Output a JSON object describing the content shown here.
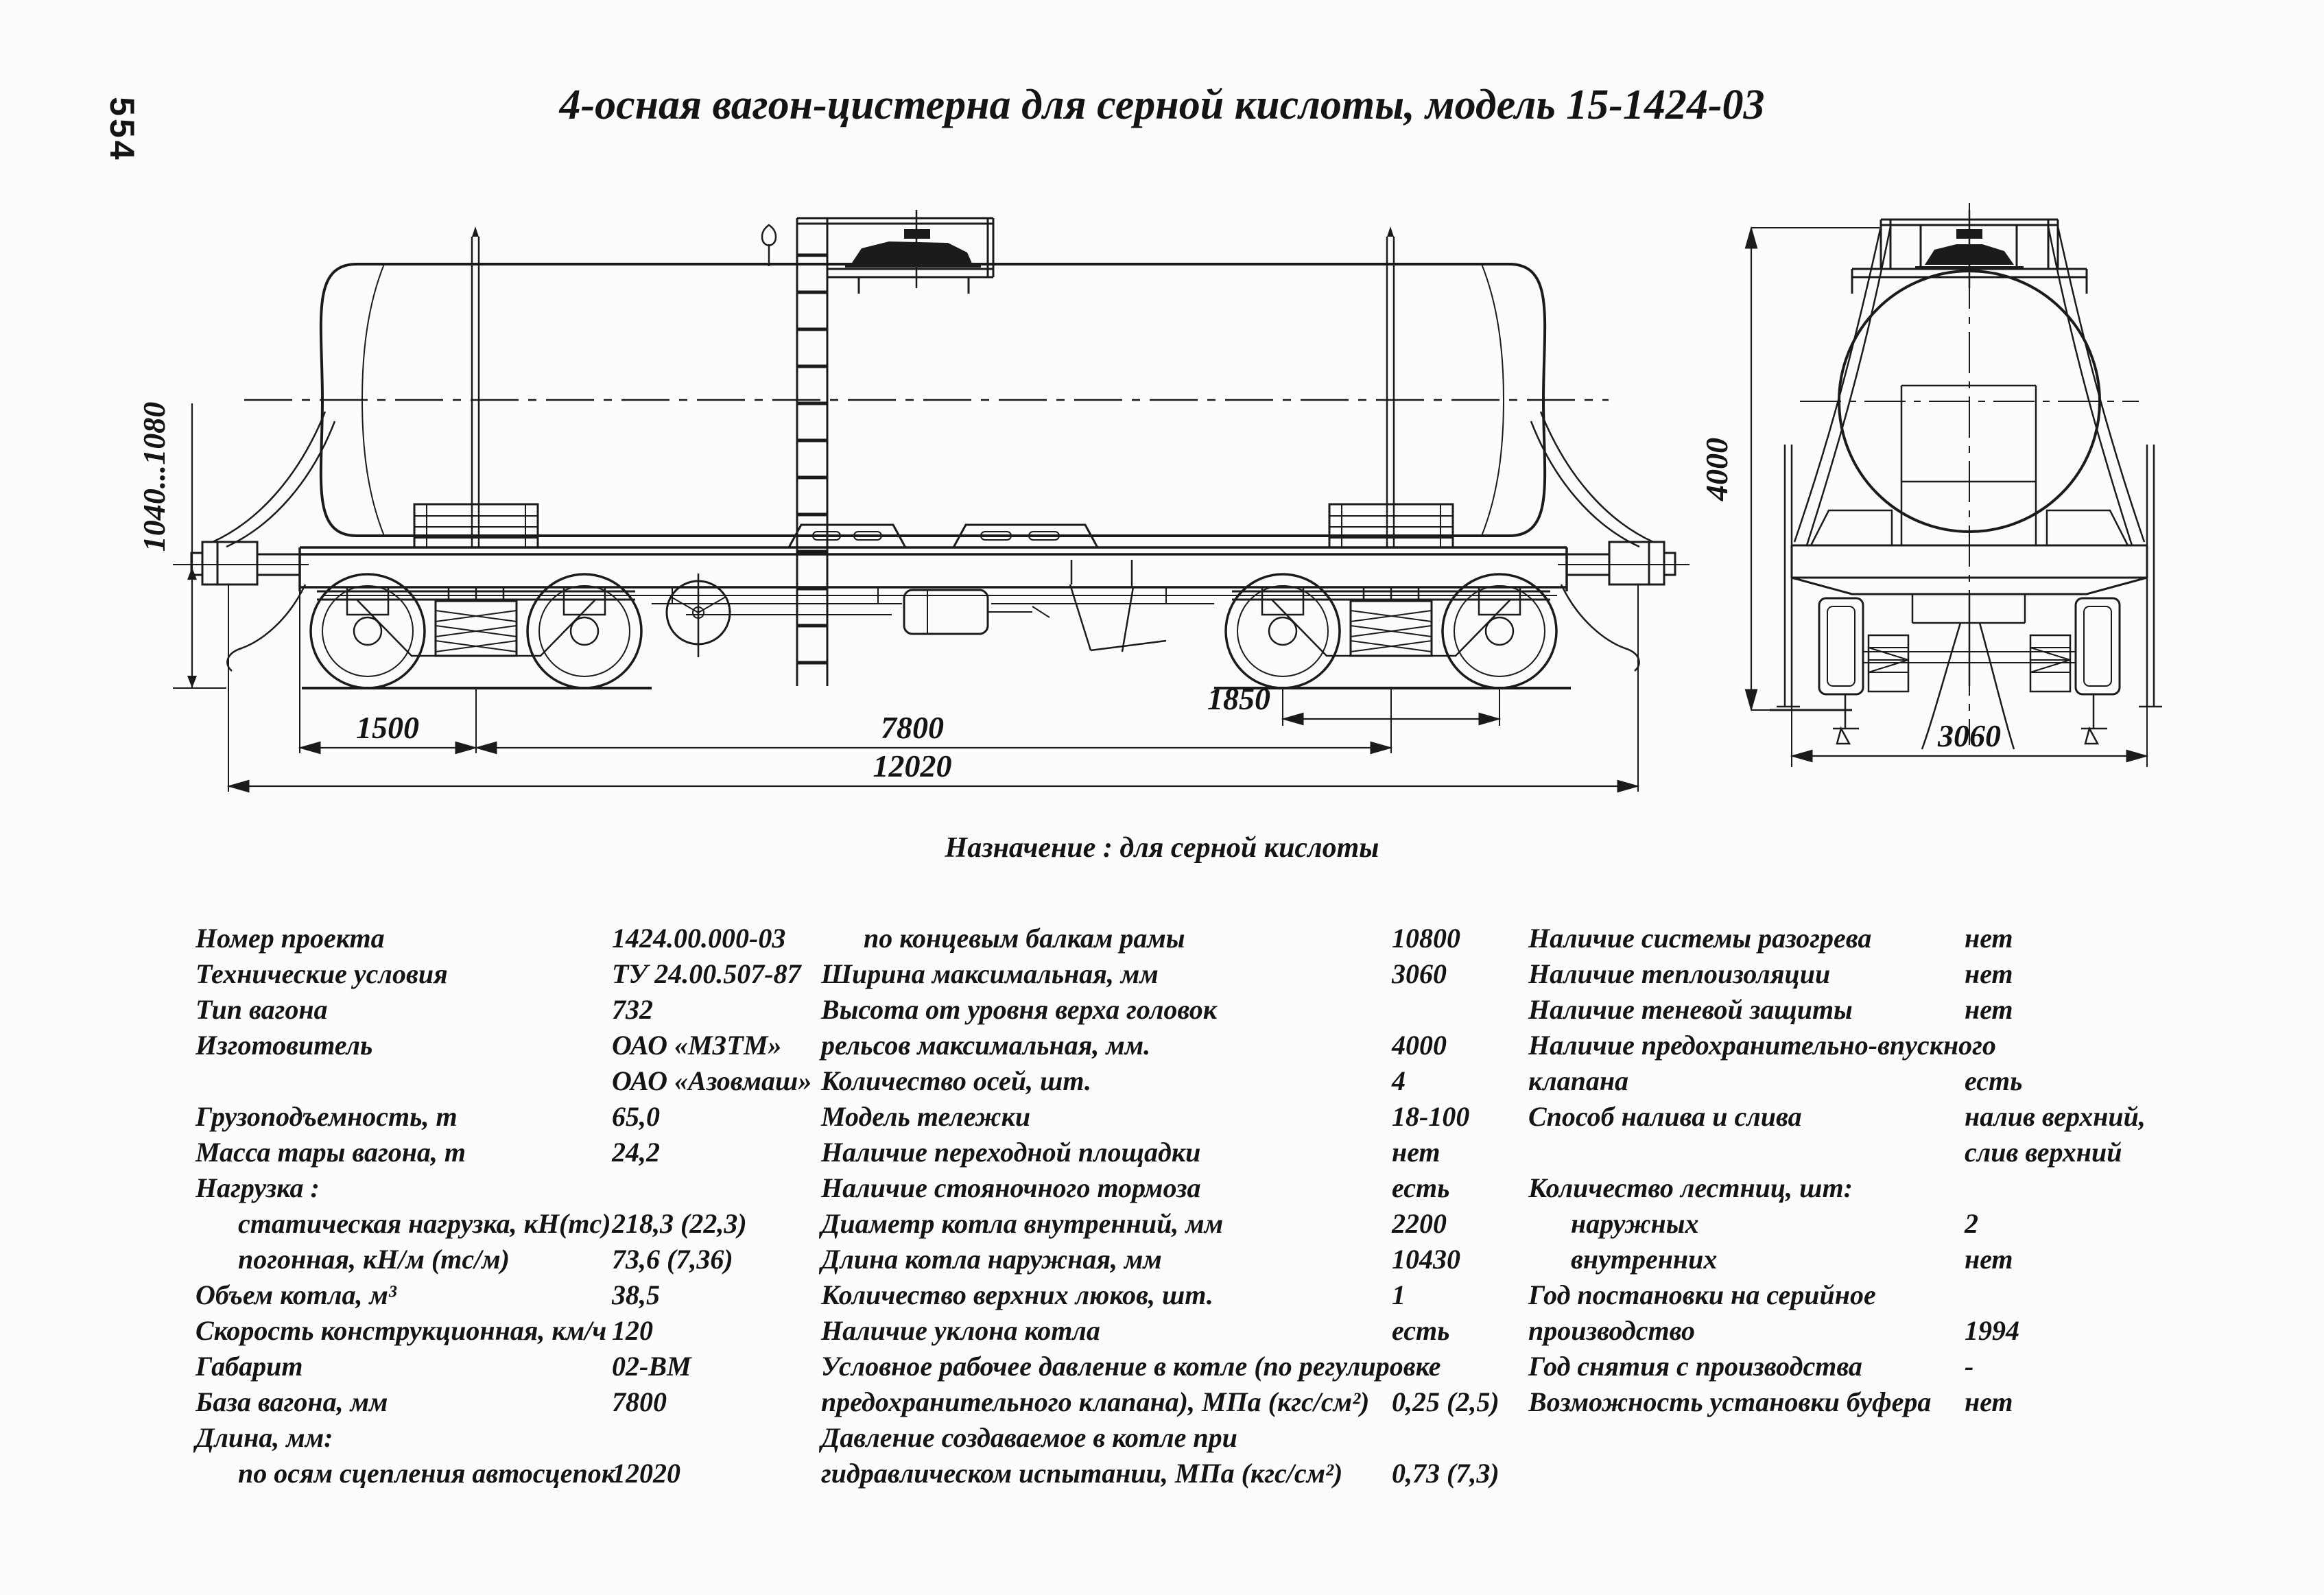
{
  "page_number": "554",
  "title": "4-осная вагон-цистерна для серной кислоты, модель 15-1424-03",
  "purpose_line": "Назначение : для серной кислоты",
  "drawing": {
    "dims": {
      "coupler_height": "1040...1080",
      "frame_to_bogie": "1500",
      "wagon_base": "7800",
      "bogie_wheelbase": "1850",
      "length_over_couplers": "12020",
      "end_height": "4000",
      "end_width": "3060"
    }
  },
  "specs": {
    "col1": [
      {
        "label": "Номер проекта",
        "value": "1424.00.000-03"
      },
      {
        "label": "Технические условия",
        "value": "ТУ 24.00.507-87"
      },
      {
        "label": "Тип вагона",
        "value": "732"
      },
      {
        "label": "Изготовитель",
        "value": "ОАО «МЗТМ»"
      },
      {
        "label": "",
        "value": "ОАО «Азовмаш»"
      },
      {
        "label": "Грузоподъемность, т",
        "value": "65,0"
      },
      {
        "label": "Масса тары вагона, т",
        "value": "24,2"
      },
      {
        "label": "Нагрузка :",
        "value": ""
      },
      {
        "label": "статическая нагрузка, кН(тс)",
        "value": "218,3 (22,3)",
        "indent": true
      },
      {
        "label": "погонная, кН/м (тс/м)",
        "value": "73,6 (7,36)",
        "indent": true
      },
      {
        "label": "Объем котла, м³",
        "value": "38,5"
      },
      {
        "label": "Скорость конструкционная, км/ч",
        "value": "120"
      },
      {
        "label": "Габарит",
        "value": "02-ВМ"
      },
      {
        "label": "База вагона, мм",
        "value": "7800"
      },
      {
        "label": "Длина, мм:",
        "value": ""
      },
      {
        "label": "по осям сцепления автосцепок",
        "value": "12020",
        "indent": true
      }
    ],
    "col2": [
      {
        "label": "по концевым балкам рамы",
        "value": "10800",
        "indent": true
      },
      {
        "label": "Ширина максимальная, мм",
        "value": "3060"
      },
      {
        "label": "Высота от уровня верха головок",
        "value": ""
      },
      {
        "label": "рельсов максимальная, мм.",
        "value": "4000"
      },
      {
        "label": "Количество осей, шт.",
        "value": "4"
      },
      {
        "label": "Модель тележки",
        "value": "18-100"
      },
      {
        "label": "Наличие переходной площадки",
        "value": "нет"
      },
      {
        "label": "Наличие стояночного тормоза",
        "value": "есть"
      },
      {
        "label": "Диаметр котла внутренний, мм",
        "value": "2200"
      },
      {
        "label": "Длина котла наружная, мм",
        "value": "10430"
      },
      {
        "label": "Количество верхних люков, шт.",
        "value": "1"
      },
      {
        "label": "Наличие уклона котла",
        "value": "есть"
      },
      {
        "label": "Условное рабочее давление в котле (по регулировке",
        "value": ""
      },
      {
        "label": "предохранительного клапана), МПа (кгс/см²)",
        "value": "0,25 (2,5)"
      },
      {
        "label": "Давление создаваемое в котле при",
        "value": ""
      },
      {
        "label": "гидравлическом испытании, МПа (кгс/см²)",
        "value": "0,73 (7,3)"
      }
    ],
    "col3": [
      {
        "label": "Наличие системы разогрева",
        "value": "нет"
      },
      {
        "label": "Наличие теплоизоляции",
        "value": "нет"
      },
      {
        "label": "Наличие теневой защиты",
        "value": "нет"
      },
      {
        "label": "Наличие предохранительно-впускного",
        "value": ""
      },
      {
        "label": "клапана",
        "value": "есть"
      },
      {
        "label": "Способ налива и слива",
        "value": "налив верхний,"
      },
      {
        "label": "",
        "value": "слив верхний"
      },
      {
        "label": "Количество лестниц, шт:",
        "value": ""
      },
      {
        "label": "наружных",
        "value": "2",
        "indent": true
      },
      {
        "label": "внутренних",
        "value": "нет",
        "indent": true
      },
      {
        "label": "Год постановки на серийное",
        "value": ""
      },
      {
        "label": "производство",
        "value": "1994"
      },
      {
        "label": "Год снятия с производства",
        "value": "-"
      },
      {
        "label": "Возможность установки буфера",
        "value": "нет"
      }
    ]
  }
}
